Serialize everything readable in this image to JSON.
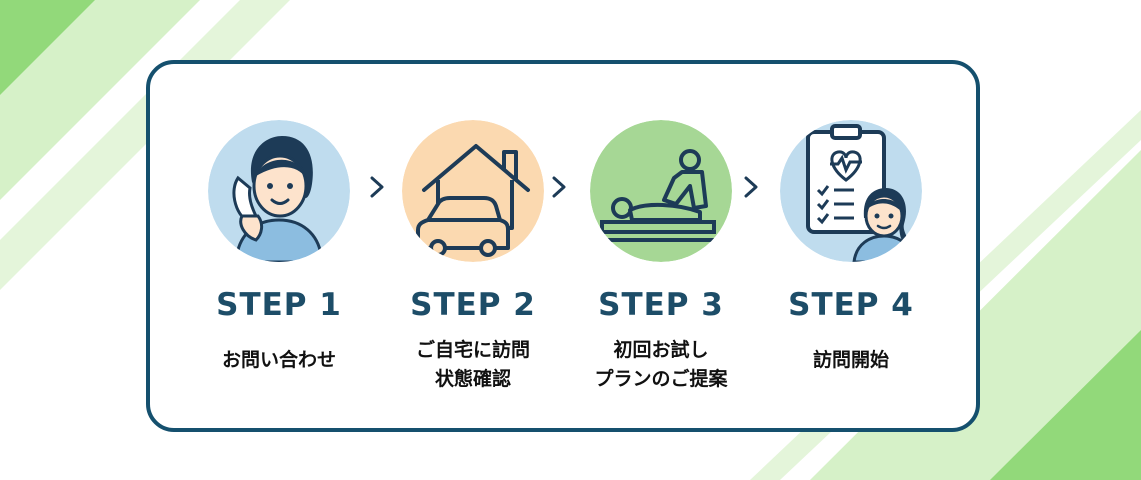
{
  "colors": {
    "frame": "#15506e",
    "step_title": "#1d4d68",
    "stripe_green": "#92d97a",
    "stripe_light": "#d6f1c8",
    "circle_blue": "#bfdcee",
    "circle_peach": "#fbd9b0",
    "circle_green": "#a6d795"
  },
  "steps": [
    {
      "title": "STEP 1",
      "desc": "お問い合わせ",
      "icon": "phone-call-person-icon",
      "circle": "blue"
    },
    {
      "title": "STEP 2",
      "desc": "ご自宅に訪問\n状態確認",
      "icon": "house-car-icon",
      "circle": "peach"
    },
    {
      "title": "STEP 3",
      "desc": "初回お試し\nプランのご提案",
      "icon": "massage-treatment-icon",
      "circle": "green"
    },
    {
      "title": "STEP 4",
      "desc": "訪問開始",
      "icon": "clipboard-care-person-icon",
      "circle": "blue"
    }
  ]
}
